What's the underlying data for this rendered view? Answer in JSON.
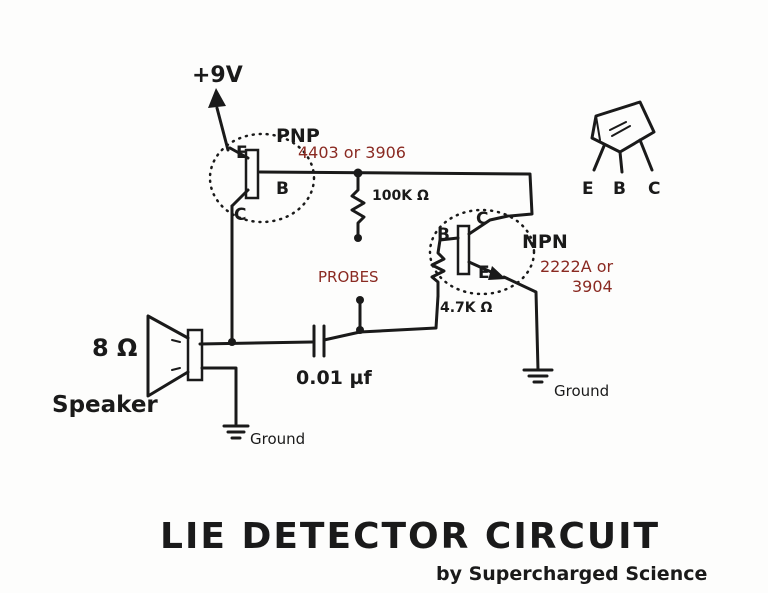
{
  "diagram": {
    "title": "LIE DETECTOR CIRCUIT",
    "credit": "by Supercharged Science",
    "supply_label": "+9V",
    "pnp": {
      "type_label": "PNP",
      "part_numbers": "4403 or 3906",
      "emitter_label": "E",
      "base_label": "B",
      "collector_label": "C"
    },
    "npn": {
      "type_label": "NPN",
      "part_numbers_line1": "2222A or",
      "part_numbers_line2": "3904",
      "emitter_label": "E",
      "base_label": "B",
      "collector_label": "C"
    },
    "resistor_100k": "100K Ω",
    "resistor_4_7k": "4.7K Ω",
    "probes_label": "PROBES",
    "capacitor_label": "0.01 µf",
    "speaker_impedance": "8 Ω",
    "speaker_label": "Speaker",
    "ground_label_1": "Ground",
    "ground_label_2": "Ground",
    "pinout": {
      "e": "E",
      "b": "B",
      "c": "C"
    },
    "colors": {
      "ink": "#1a1a1a",
      "red_ink": "#8a2a22",
      "paper": "#fdfdfc"
    }
  }
}
